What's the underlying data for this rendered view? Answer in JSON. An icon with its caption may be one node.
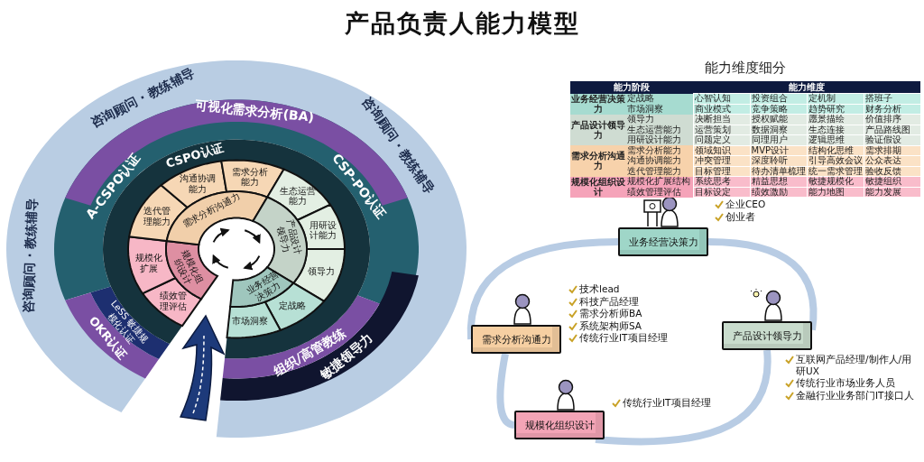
{
  "diagram": {
    "title": "产品负责人能力模型",
    "nodes": [
      {
        "text": [
          "业务经营决策力"
        ],
        "beside": [
          "企业CEO",
          "创业者"
        ]
      },
      {
        "text": [
          "需求分析沟通力"
        ],
        "beside": [
          "技术lead",
          "科技产品经理",
          "需求分析师BA",
          "系统架构师SA",
          "传统行业IT项目经理"
        ]
      },
      {
        "text": [
          "产品设计领导力"
        ],
        "beside": [
          "互联网产品经理/制作人/用研UX",
          "传统行业市场业务人员",
          "金融行业业务部门IT接口人"
        ]
      },
      {
        "text": [
          "规模化组织设计"
        ],
        "beside": [
          "传统行业IT项目经理"
        ]
      }
    ],
    "edges": [
      {
        "from": 0,
        "to": 2,
        "arrow": "none"
      },
      {
        "from": 2,
        "to": 3,
        "arrow": "none"
      },
      {
        "from": 3,
        "to": 1,
        "arrow": "none"
      },
      {
        "from": 1,
        "to": 0,
        "arrow": "none"
      }
    ],
    "labels": [
      "咨询顾问 · 教练辅导",
      "可视化需求分析(BA)",
      "咨询顾问 · 教练辅导",
      "A-CSPO认证",
      "CSPO认证",
      "CSP-PO认证",
      "咨询顾问 · 教练辅导",
      "沟通协调能力",
      "需求分析能力",
      "生态运营能力",
      "迭代管理能力",
      "需求分析沟通力",
      "产品设计领导力",
      "用研设计能力",
      "领导力",
      "规模化扩展",
      "规模化组织设计",
      "业务经营决策力",
      "定战略",
      "LeSS 敏捷规模化认证",
      "绩效管理评估",
      "市场洞察",
      "OKR认证",
      "组织/高管教练",
      "敏捷领导力",
      "能力维度细分",
      "能力阶段",
      "能力维度",
      "业务经营决策力",
      "定战略",
      "心智认知",
      "投资组合",
      "定机制",
      "搭班子",
      "市场洞察",
      "商业模式",
      "竞争策略",
      "趋势研究",
      "财务分析",
      "产品设计领导力",
      "领导力",
      "决断担当",
      "授权赋能",
      "愿景描绘",
      "价值排序",
      "生态运营能力",
      "运营策划",
      "数据洞察",
      "生态连接",
      "产品路线图",
      "用研设计能力",
      "问题定义",
      "同理用户",
      "逻辑思维",
      "验证假设",
      "需求分析沟通力",
      "需求分析能力",
      "领域知识",
      "MVP设计",
      "结构化思维",
      "需求排期",
      "沟通协调能力",
      "冲突管理",
      "深度聆听",
      "引导高效会议",
      "公众表达",
      "迭代管理能力",
      "目标管理",
      "待办清单梳理",
      "统一需求管理",
      "验收反馈",
      "规模化组织设计",
      "规模化扩展结构",
      "系统思考",
      "精益思想",
      "敏捷规模化",
      "敏捷组织",
      "绩效管理评估",
      "目标设定",
      "绩效激励",
      "能力地图",
      "能力发展"
    ]
  }
}
